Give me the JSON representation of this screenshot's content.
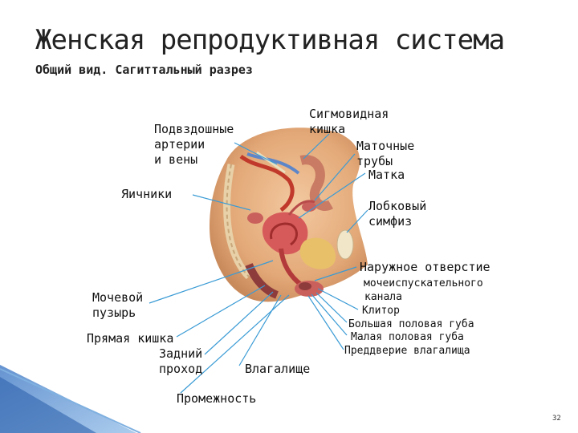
{
  "title": "Женская репродуктивная система",
  "subtitle": "Общий вид. Сагиттальный разрез",
  "labels": {
    "iliac_1": "Подвздошные",
    "iliac_2": "артерии",
    "iliac_3": "и вены",
    "ovaries": "Яичники",
    "sigmoid_1": "Сигмовидная",
    "sigmoid_2": "кишка",
    "tubes_1": "Маточные",
    "tubes_2": "трубы",
    "uterus": "Матка",
    "symphysis_1": "Лобковый",
    "symphysis_2": "симфиз",
    "urethral_1": "Наружное отверстие",
    "urethral_2": "мочеиспускательного",
    "urethral_3": "канала",
    "clitoris": "Клитор",
    "labia_major": "Большая половая губа",
    "labia_minor": "Малая половая губа",
    "vestibule": "Преддверие влагалища",
    "bladder_1": "Мочевой",
    "bladder_2": "пузырь",
    "rectum": "Прямая кишка",
    "anus_1": "Задний",
    "anus_2": "проход",
    "vagina": "Влагалище",
    "perineum": "Промежность"
  },
  "page_number": "32",
  "colors": {
    "accent_blue": "#2a6cc0",
    "leader_line": "#3a9bd5",
    "tissue_skin": "#e8b184",
    "tissue_dark": "#c0392b"
  }
}
